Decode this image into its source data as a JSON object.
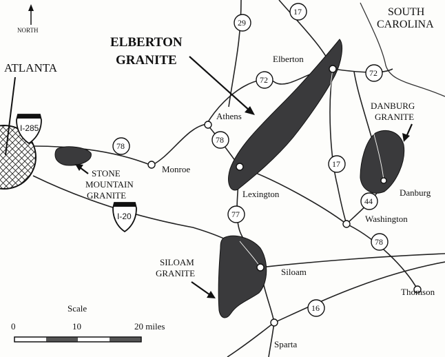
{
  "compass": {
    "label": "NORTH"
  },
  "state_label": {
    "line1": "SOUTH",
    "line2": "CAROLINA"
  },
  "cities": {
    "atlanta": "ATLANTA",
    "athens": "Athens",
    "elberton": "Elberton",
    "monroe": "Monroe",
    "lexington": "Lexington",
    "danburg": "Danburg",
    "washington": "Washington",
    "siloam": "Siloam",
    "thomson": "Thomson",
    "sparta": "Sparta"
  },
  "granites": {
    "elberton": {
      "line1": "ELBERTON",
      "line2": "GRANITE"
    },
    "danburg": {
      "line1": "DANBURG",
      "line2": "GRANITE"
    },
    "stone_mountain": {
      "line1": "STONE",
      "line2": "MOUNTAIN",
      "line3": "GRANITE"
    },
    "siloam": {
      "line1": "SILOAM",
      "line2": "GRANITE"
    }
  },
  "interstates": {
    "i285": "I-285",
    "i20": "I-20"
  },
  "highways": {
    "h29": "29",
    "h17_north": "17",
    "h72_east": "72",
    "h72_athens": "72",
    "h78_monroe": "78",
    "h78_athens": "78",
    "h17_south": "17",
    "h44": "44",
    "h77": "77",
    "h78_washington": "78",
    "h16": "16"
  },
  "scale": {
    "title": "Scale",
    "ticks": [
      "0",
      "10",
      "20 miles"
    ]
  },
  "colors": {
    "granite": "#3a3a3c",
    "background": "#fdfdfb",
    "ink": "#111111"
  }
}
